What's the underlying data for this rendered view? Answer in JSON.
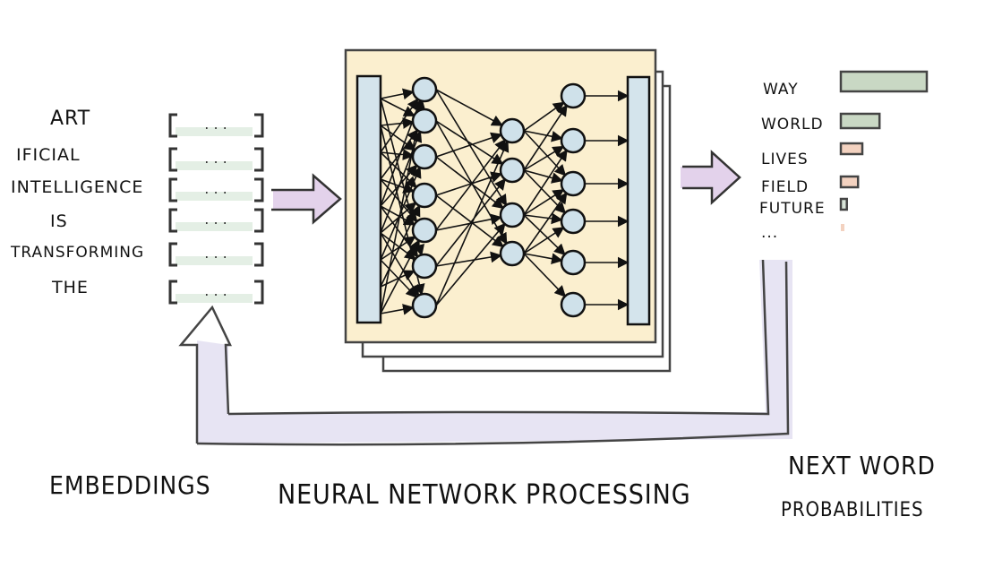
{
  "tokens": [
    "Art",
    "ificial",
    "intelligence",
    "is",
    "transforming",
    "the"
  ],
  "embedding_placeholder": ". . .",
  "candidates": [
    {
      "word": "way",
      "probability_rank": 1,
      "relative_size": 1.0,
      "fill": "#c9d8c4"
    },
    {
      "word": "world",
      "probability_rank": 2,
      "relative_size": 0.45,
      "fill": "#c9d8c4"
    },
    {
      "word": "lives",
      "probability_rank": 3,
      "relative_size": 0.25,
      "fill": "#f3d2c0"
    },
    {
      "word": "field",
      "probability_rank": 4,
      "relative_size": 0.2,
      "fill": "#f3d2c0"
    },
    {
      "word": "future",
      "probability_rank": 5,
      "relative_size": 0.07,
      "fill": "#d8e4d8"
    },
    {
      "word": "...",
      "probability_rank": 6,
      "relative_size": 0.02,
      "fill": "#f3d2c0"
    }
  ],
  "captions": {
    "embeddings": "Embeddings",
    "processing": "Neural Network Processing",
    "next_word_line1": "Next word",
    "next_word_line2": "probabilities"
  },
  "network": {
    "layers": [
      7,
      4,
      6
    ],
    "node_fill": "#cfe1ea",
    "panel_fill": "#fbefcf",
    "bar_fill": "#d4e4ec"
  },
  "colors": {
    "arrow_fill": "#d9c8e6",
    "feedback_fill": "#ddd8ee",
    "stroke": "#222222",
    "embedding_fill": "#d9e8da"
  }
}
